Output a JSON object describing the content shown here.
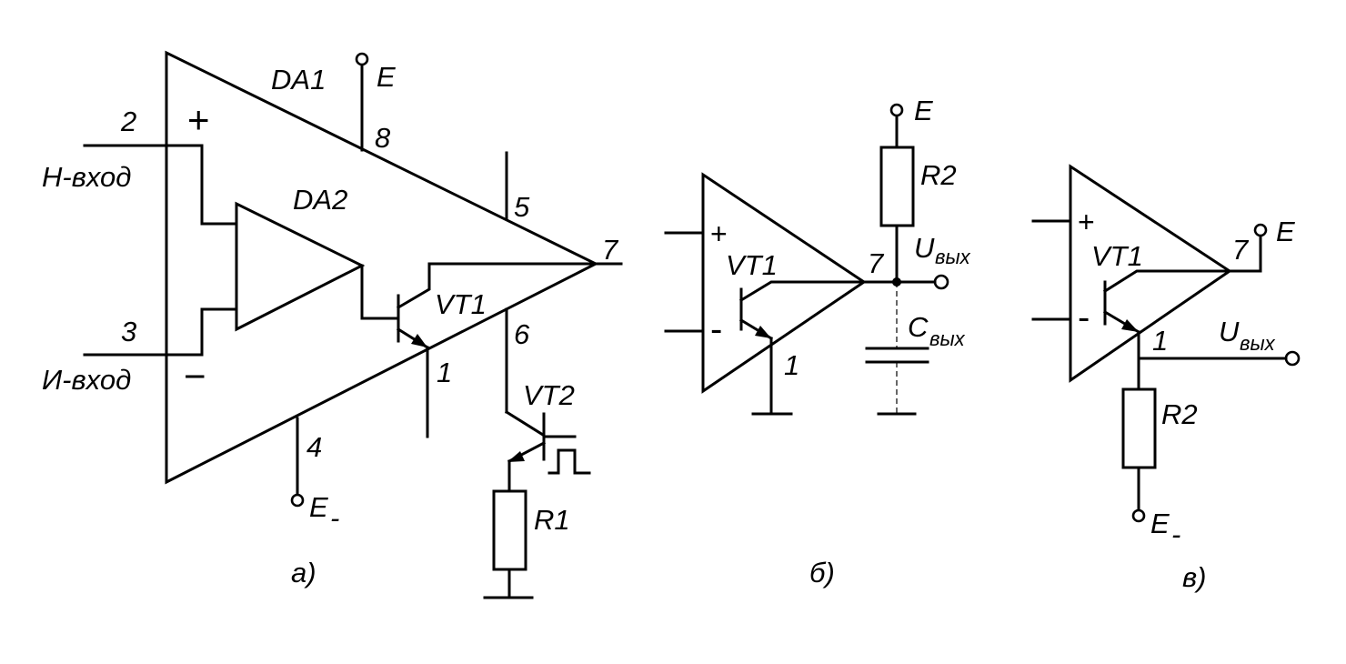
{
  "labels": {
    "a_da1": "DA1",
    "a_E": "E",
    "a_pin8": "8",
    "a_pin2": "2",
    "a_plus": "+",
    "a_n_input": "Н-вход",
    "a_da2": "DA2",
    "a_pin5": "5",
    "a_pin7": "7",
    "a_vt1": "VT1",
    "a_pin6": "6",
    "a_pin3": "3",
    "a_i_input": "И-вход",
    "a_minus": "−",
    "a_pin1": "1",
    "a_vt2": "VT2",
    "a_pin4": "4",
    "a_Eneg": "E",
    "a_Eneg_sub": "-",
    "a_r1": "R1",
    "a_caption": "а)",
    "b_E": "E",
    "b_r2": "R2",
    "b_plus": "+",
    "b_minus": "-",
    "b_vt1": "VT1",
    "b_pin7": "7",
    "b_uout": "U",
    "b_uout_sub": "вых",
    "b_cout": "C",
    "b_cout_sub": "вых",
    "b_pin1": "1",
    "b_caption": "б)",
    "c_plus": "+",
    "c_minus": "-",
    "c_vt1": "VT1",
    "c_pin7": "7",
    "c_E": "E",
    "c_pin1": "1",
    "c_uout": "U",
    "c_uout_sub": "вых",
    "c_r2": "R2",
    "c_Eneg": "E",
    "c_Eneg_sub": "-",
    "c_caption": "в)"
  }
}
